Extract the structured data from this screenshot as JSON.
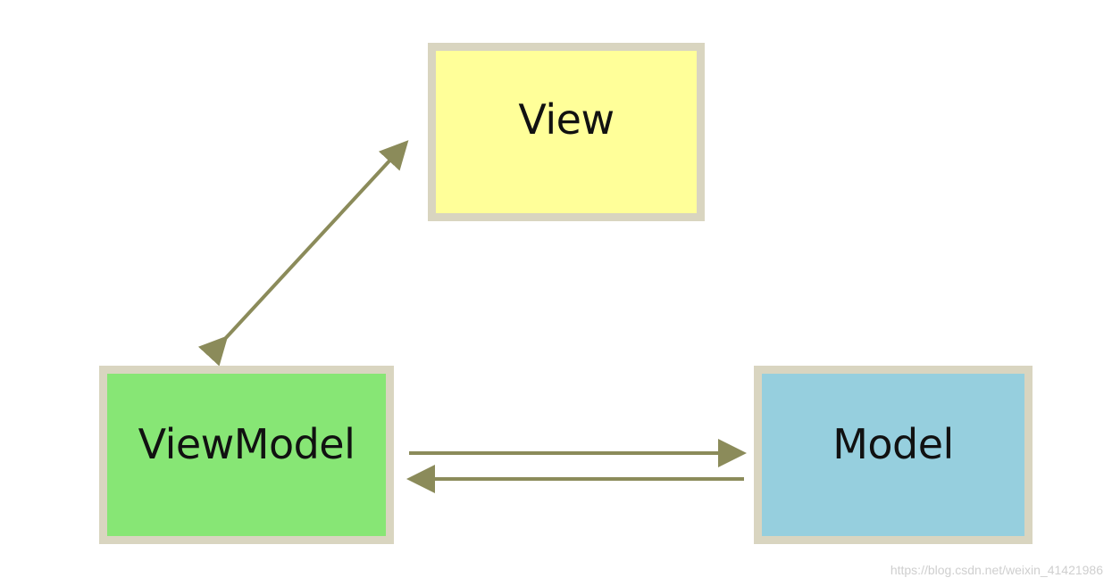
{
  "diagram": {
    "nodes": {
      "view": {
        "label": "View",
        "fill": "#ffff99"
      },
      "viewmodel": {
        "label": "ViewModel",
        "fill": "#87e675"
      },
      "model": {
        "label": "Model",
        "fill": "#96cfde"
      }
    },
    "edges": [
      {
        "from": "viewmodel",
        "to": "view",
        "direction": "bidirectional"
      },
      {
        "from": "viewmodel",
        "to": "model",
        "direction": "one-way"
      },
      {
        "from": "model",
        "to": "viewmodel",
        "direction": "one-way"
      }
    ],
    "border_color": "#d9d5c0",
    "arrow_color": "#8b8b5a"
  },
  "watermark": "https://blog.csdn.net/weixin_41421986"
}
